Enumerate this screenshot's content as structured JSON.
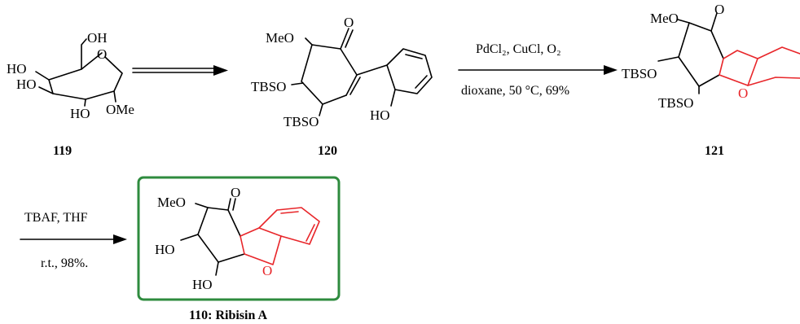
{
  "compounds": {
    "c119": {
      "number": "119",
      "atoms": {
        "oh_top": "OH",
        "o_ring": "O",
        "ho_1": "HO",
        "ho_2": "HO",
        "ho_3": "HO",
        "ome": "OMe"
      }
    },
    "c120": {
      "number": "120",
      "atoms": {
        "meo": "MeO",
        "o_ketone": "O",
        "tbso_1": "TBSO",
        "tbso_2": "TBSO",
        "ho": "HO"
      }
    },
    "c121": {
      "number": "121",
      "atoms": {
        "meo": "MeO",
        "o_ketone": "O",
        "tbso_1": "TBSO",
        "tbso_2": "TBSO",
        "o_furan": "O"
      }
    },
    "c110": {
      "number": "110: Ribisin A",
      "atoms": {
        "meo": "MeO",
        "o_ketone": "O",
        "ho_1": "HO",
        "ho_2": "HO",
        "o_furan": "O"
      }
    }
  },
  "reactions": {
    "step2": {
      "reagents": "PdCl₂, CuCl, O₂",
      "conditions": "dioxane, 50 °C, 69%"
    },
    "step3": {
      "reagents": "TBAF, THF",
      "conditions": "r.t., 98%."
    }
  },
  "colors": {
    "highlight": "#e8262a",
    "box": "#2e8b3e"
  }
}
